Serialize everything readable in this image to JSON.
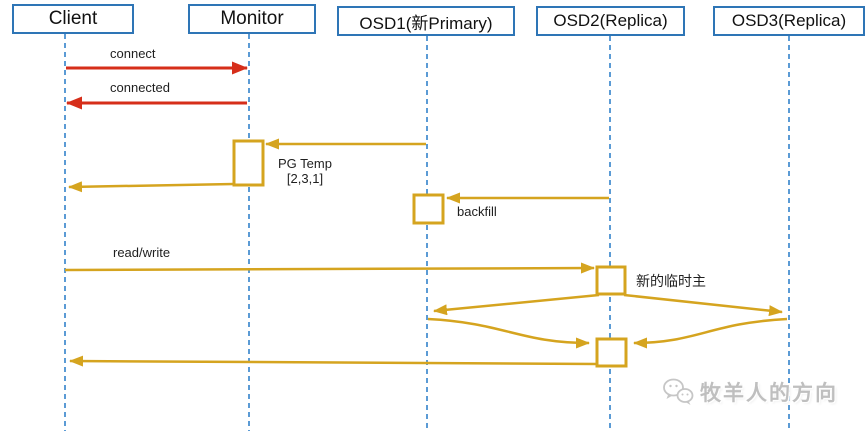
{
  "diagram": {
    "type": "sequence-diagram",
    "topic": "Ceph PG Temp / backfill read-write flow",
    "participants": [
      {
        "id": "client",
        "label": "Client"
      },
      {
        "id": "monitor",
        "label": "Monitor"
      },
      {
        "id": "osd1",
        "label": "OSD1(新Primary)"
      },
      {
        "id": "osd2",
        "label": "OSD2(Replica)"
      },
      {
        "id": "osd3",
        "label": "OSD3(Replica)"
      }
    ],
    "messages": {
      "connect": {
        "label": "connect",
        "from": "Client",
        "to": "Monitor",
        "color": "red"
      },
      "connected": {
        "label": "connected",
        "from": "Monitor",
        "to": "Client",
        "color": "red"
      },
      "pg_temp": {
        "label_line1": "PG Temp",
        "label_line2": "[2,3,1]",
        "from": "OSD1",
        "to": "Monitor",
        "color": "yellow"
      },
      "pg_temp_fwd": {
        "label": "",
        "from": "Monitor",
        "to": "Client",
        "color": "yellow"
      },
      "backfill": {
        "label": "backfill",
        "from": "OSD2",
        "to": "OSD1",
        "color": "yellow"
      },
      "read_write": {
        "label": "read/write",
        "from": "Client",
        "to": "OSD2",
        "color": "yellow"
      },
      "new_temp_primary_note": {
        "label": "新的临时主",
        "attached_to": "OSD2 activation"
      },
      "replicate": {
        "from": "OSD2",
        "to": [
          "OSD1",
          "OSD3"
        ],
        "color": "yellow"
      },
      "ack": {
        "from": [
          "OSD1",
          "OSD3"
        ],
        "to": "OSD2",
        "color": "yellow"
      },
      "reply": {
        "from": "OSD2",
        "to": "Client",
        "color": "yellow"
      }
    }
  },
  "watermark": {
    "text": "牧羊人的方向",
    "icon": "wechat-icon"
  },
  "colors": {
    "participant_border": "#2e75b6",
    "lifeline": "#5b9bd5",
    "message_red": "#d62e1a",
    "message_yellow": "#d5a41f",
    "text": "#1f1f1f",
    "watermark_gray": "#bfbfbf"
  }
}
